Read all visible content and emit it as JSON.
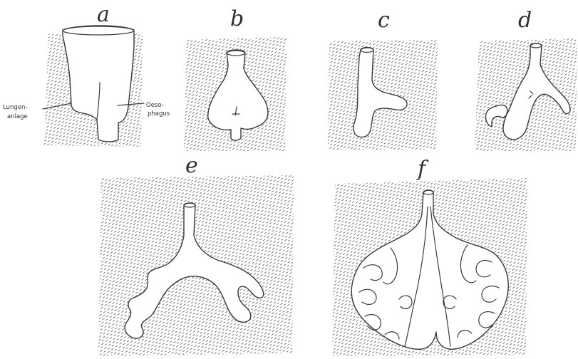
{
  "panels": [
    {
      "id": "a",
      "label": "a"
    },
    {
      "id": "b",
      "label": "b"
    },
    {
      "id": "c",
      "label": "c"
    },
    {
      "id": "d",
      "label": "d"
    },
    {
      "id": "e",
      "label": "e"
    },
    {
      "id": "f",
      "label": "f"
    }
  ],
  "panel_a": {
    "left_label_line1": "Lungen-",
    "left_label_line2": "anlage",
    "right_label_line1": "Oeso-",
    "right_label_line2": "phagus"
  },
  "colors": {
    "ink": "#3a3a3a",
    "hatch": "#6f6f6f",
    "background": "#ffffff"
  }
}
